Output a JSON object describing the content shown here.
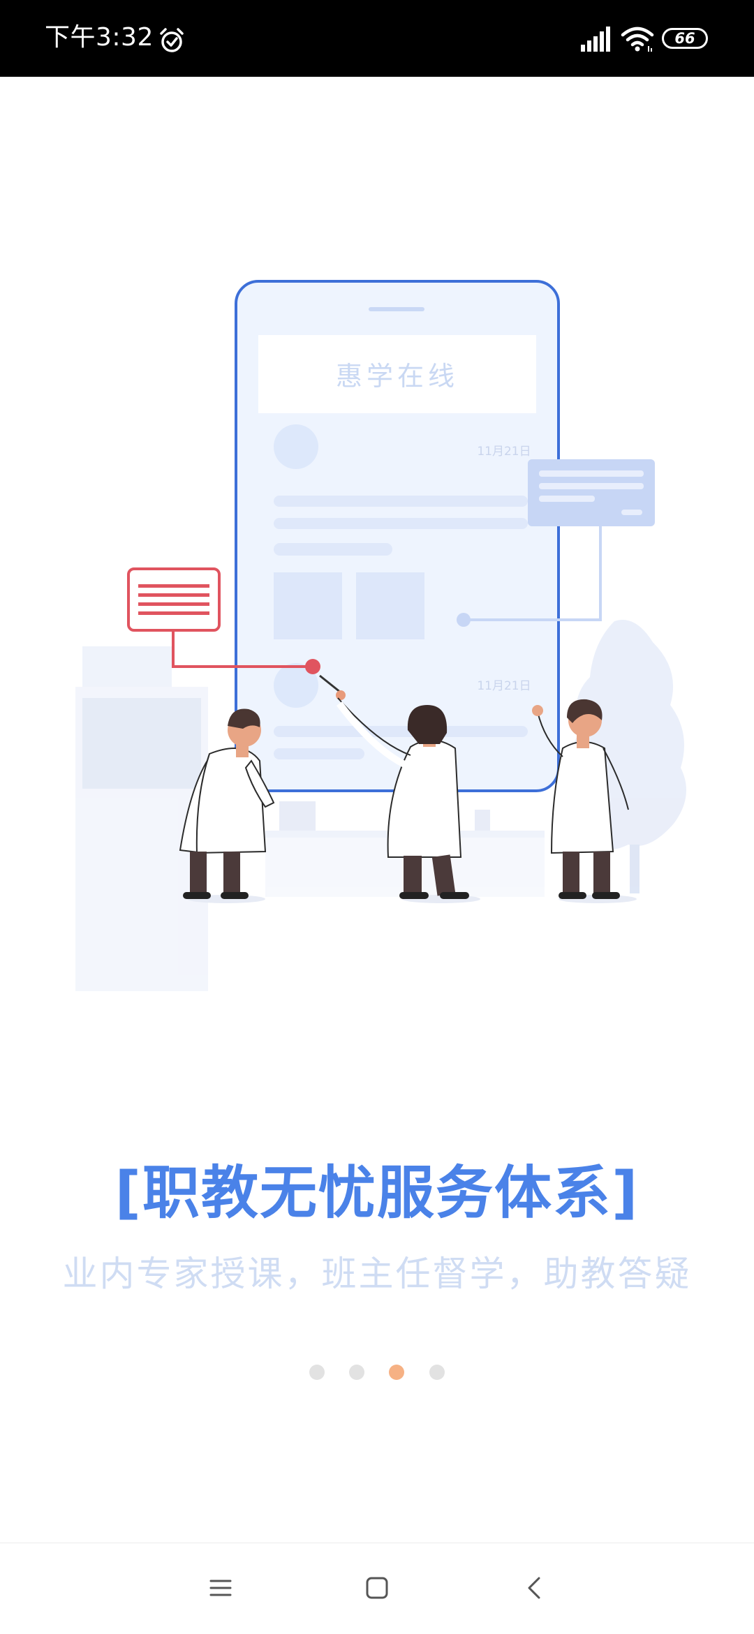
{
  "status_bar": {
    "time": "下午3:32",
    "battery": "66",
    "icons": [
      "alarm-clock-icon",
      "cell-signal-icon",
      "wifi-icon",
      "battery-icon"
    ]
  },
  "illustration": {
    "app_name": "惠学在线",
    "date_label_1": "11月21日",
    "date_label_2": "11月21日"
  },
  "slide": {
    "title": "[职教无忧服务体系]",
    "subtitle": "业内专家授课，班主任督学，助教答疑"
  },
  "pagination": {
    "count": 4,
    "active_index": 2
  },
  "nav_bar": {
    "icons": [
      "menu-icon",
      "home-icon",
      "back-icon"
    ]
  },
  "colors": {
    "accent": "#4a82e8",
    "subtitle": "#cfdcf3",
    "dot": "#e2e2e2",
    "dot_active": "#f6b184",
    "callout_red": "#e0545f"
  }
}
